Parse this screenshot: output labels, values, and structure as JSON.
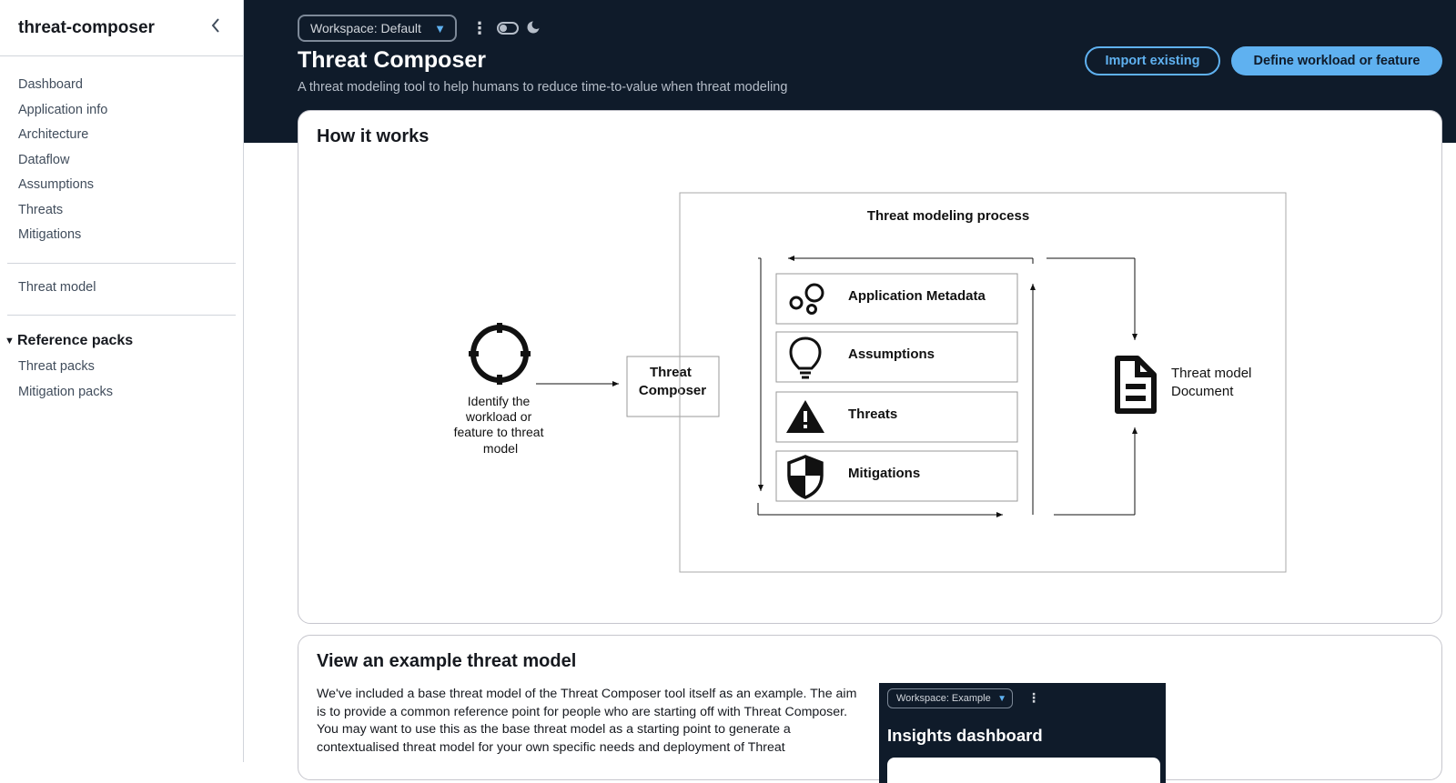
{
  "sidebar": {
    "title": "threat-composer",
    "nav_items": [
      {
        "label": "Dashboard"
      },
      {
        "label": "Application info"
      },
      {
        "label": "Architecture"
      },
      {
        "label": "Dataflow"
      },
      {
        "label": "Assumptions"
      },
      {
        "label": "Threats"
      },
      {
        "label": "Mitigations"
      }
    ],
    "threat_model_item": "Threat model",
    "reference_section": {
      "label": "Reference packs",
      "items": [
        {
          "label": "Threat packs"
        },
        {
          "label": "Mitigation packs"
        }
      ]
    }
  },
  "header": {
    "workspace_label": "Workspace: Default",
    "title": "Threat Composer",
    "subtitle": "A threat modeling tool to help humans to reduce time-to-value when threat modeling",
    "import_button": "Import existing",
    "define_button": "Define workload or feature"
  },
  "how_it_works": {
    "title": "How it works",
    "diagram": {
      "start_label_lines": [
        "Identify the",
        "workload or",
        "feature to threat",
        "model"
      ],
      "composer_lines": [
        "Threat",
        "Composer"
      ],
      "process_title": "Threat modeling process",
      "steps": [
        {
          "label": "Application Metadata",
          "icon": "bubbles-icon"
        },
        {
          "label": "Assumptions",
          "icon": "lightbulb-icon"
        },
        {
          "label": "Threats",
          "icon": "warning-icon"
        },
        {
          "label": "Mitigations",
          "icon": "shield-icon"
        }
      ],
      "document_lines": [
        "Threat model",
        "Document"
      ]
    }
  },
  "example": {
    "title": "View an example threat model",
    "description": "We've included a base threat model of the Threat Composer tool itself as an example. The aim is to provide a common reference point for people who are starting off with Threat Composer. You may want to use this as the base threat model as a starting point to generate a contextualised threat model for your own specific needs and deployment of Threat",
    "thumbnail": {
      "workspace_label": "Workspace: Example",
      "title": "Insights dashboard"
    }
  },
  "colors": {
    "header_bg": "#0f1b2a",
    "accent": "#5fb1f0"
  }
}
